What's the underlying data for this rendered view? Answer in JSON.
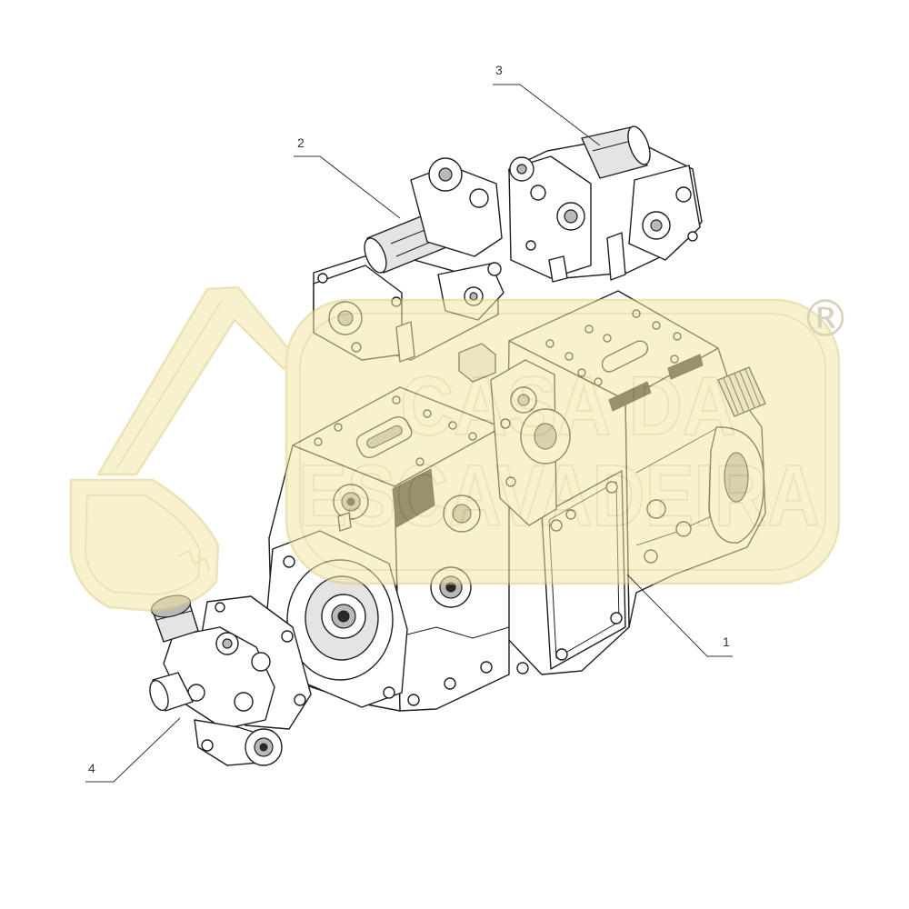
{
  "diagram": {
    "callouts": [
      {
        "label": "1"
      },
      {
        "label": "2"
      },
      {
        "label": "3"
      },
      {
        "label": "4"
      }
    ]
  },
  "watermark": {
    "line1": "CASA DA",
    "line2": "ESCAVADEIRA",
    "registered_mark": "®"
  },
  "colors": {
    "background": "#ffffff",
    "line_art": "#1e1e1e",
    "watermark": "#f3e6a6",
    "watermark_edge": "#dccb7c",
    "callout_text": "#333333"
  }
}
